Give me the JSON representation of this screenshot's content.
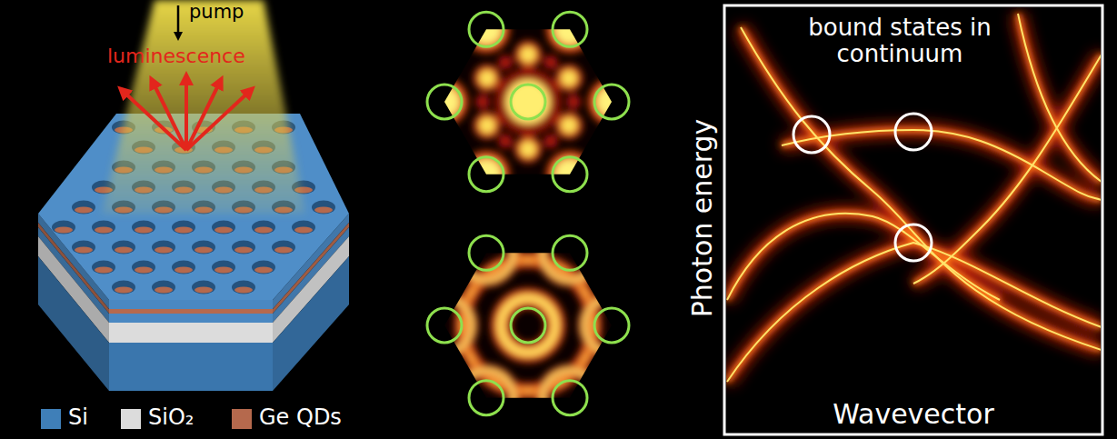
{
  "diagram": {
    "labels": [
      "pump",
      "luminescence",
      "bound states in continuum",
      "Photon energy",
      "Wavevector"
    ],
    "legend": [
      {
        "text": "Si",
        "color": "#3f7fb8"
      },
      {
        "text": "SiO₂",
        "color": "#dcdcdc"
      },
      {
        "text": "Ge QDs",
        "color": "#b5694d"
      }
    ]
  }
}
